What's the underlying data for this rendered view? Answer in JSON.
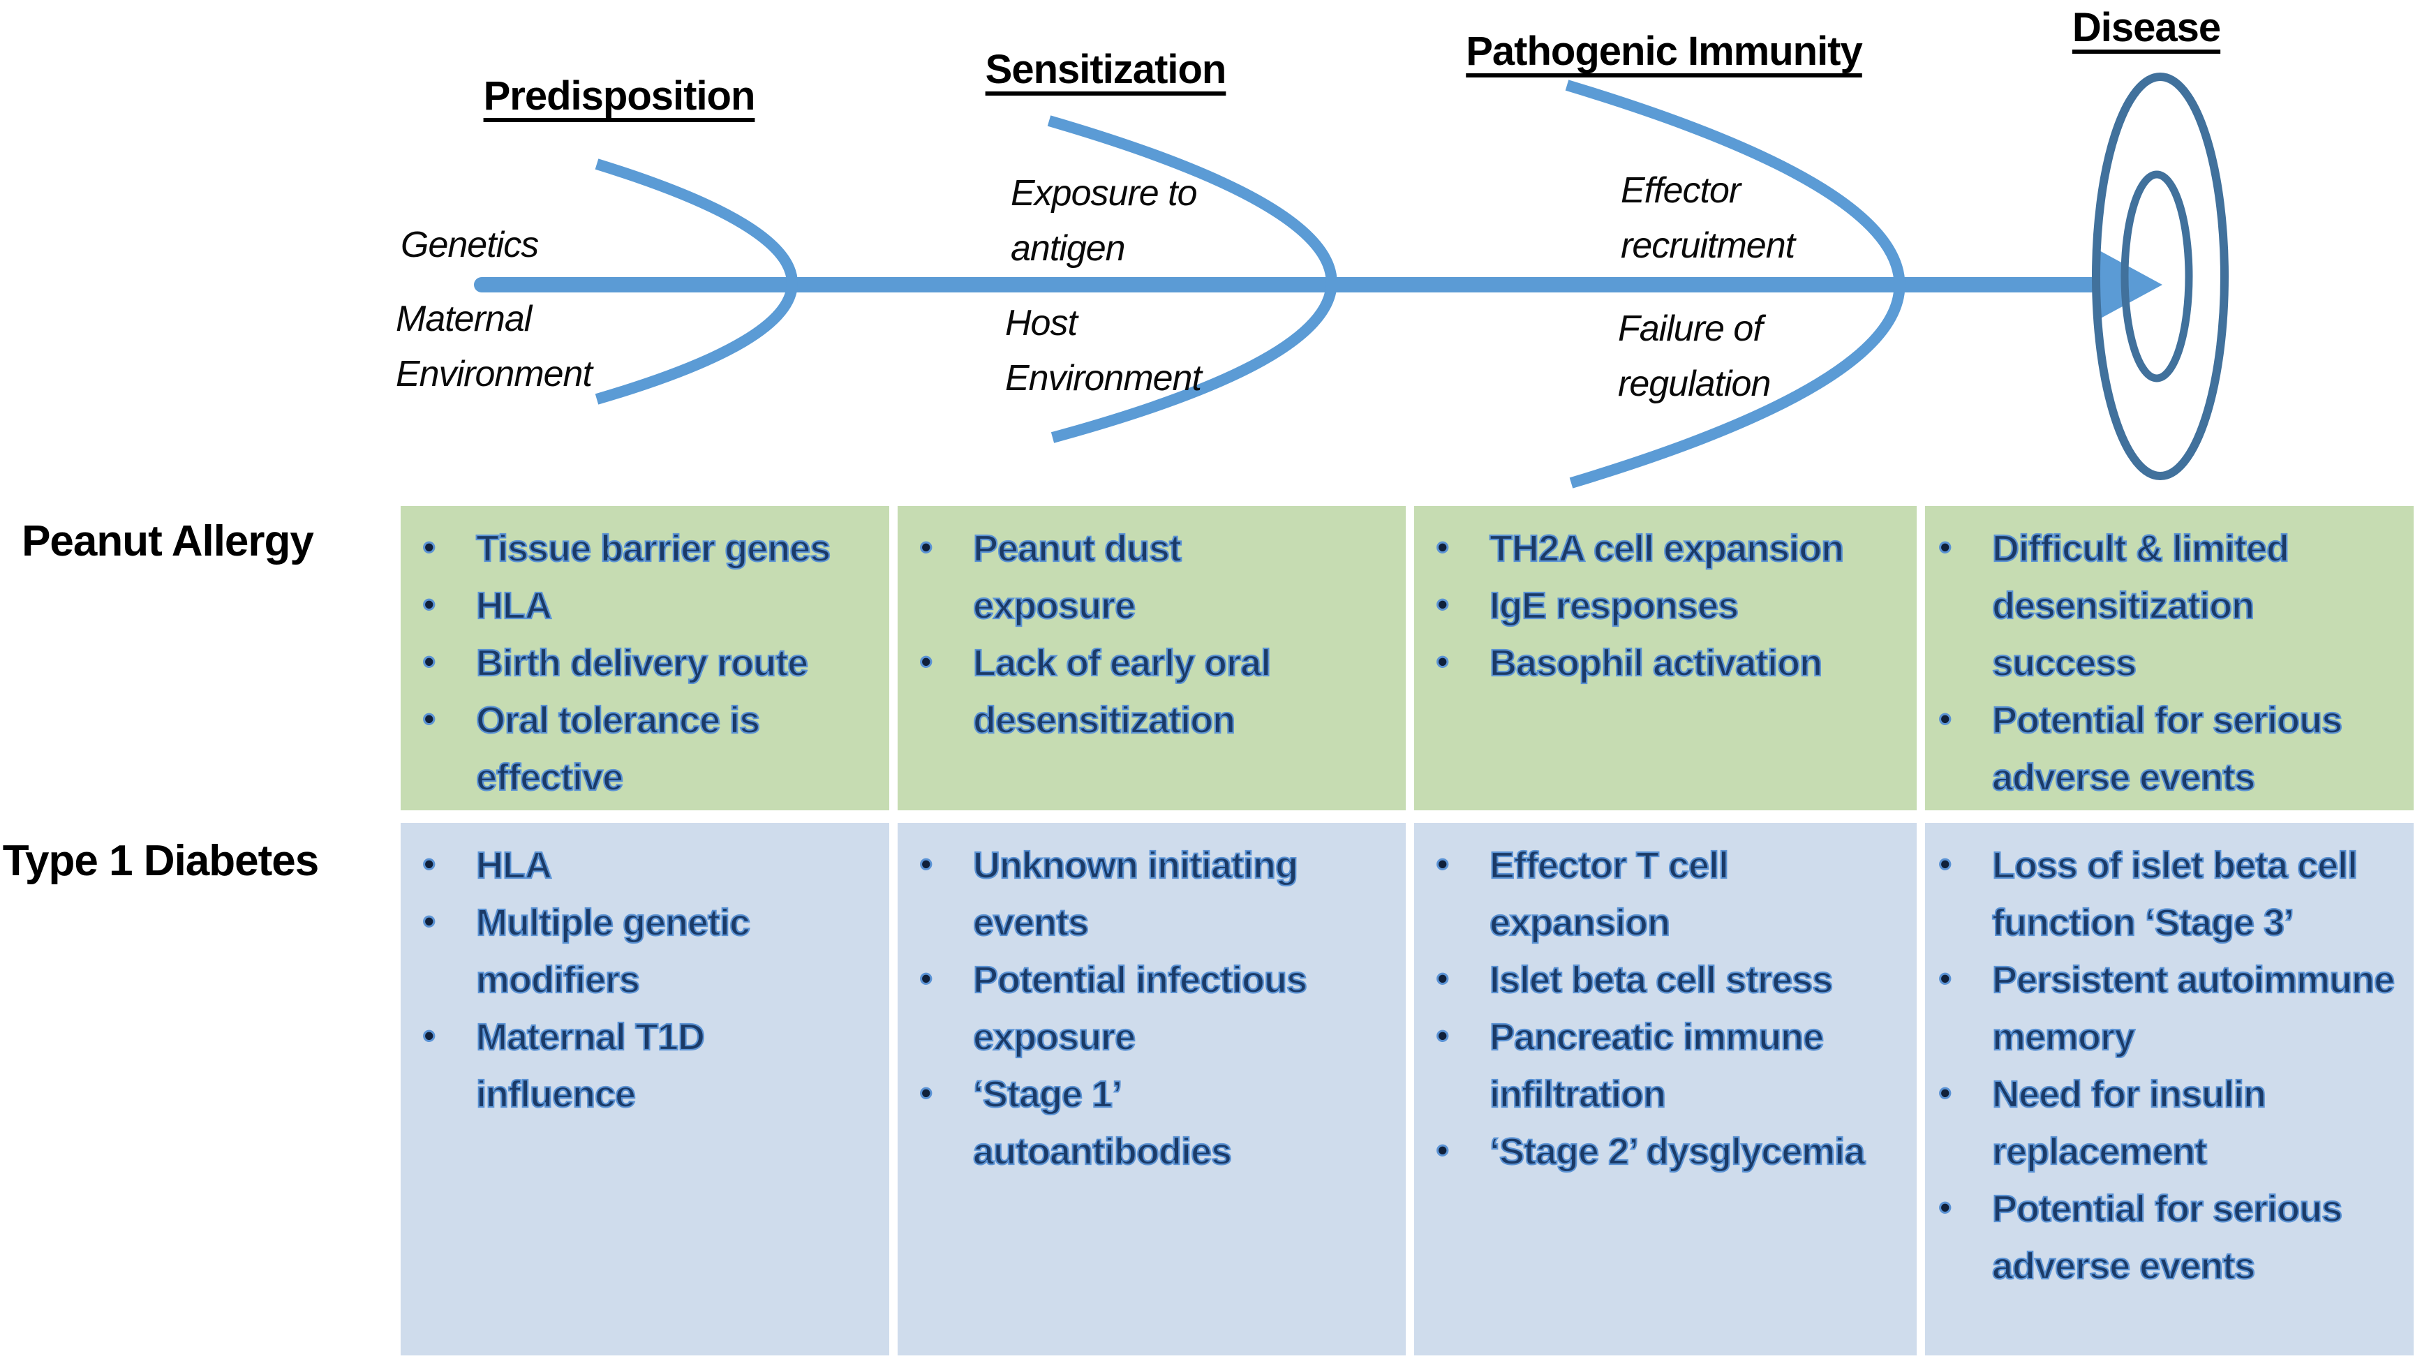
{
  "figure": {
    "type": "disease-progression-flow-diagram",
    "colors": {
      "arrow_blue": "#5b9bd5",
      "arc_blue": "#5b9bd5",
      "ellipse_blue": "#41719c",
      "green_row_bg": "#c6dcb2",
      "blue_row_bg": "#cfdcec",
      "cell_text_core": "#1b3a66",
      "cell_text_outline": "#5b93d5",
      "heading_text": "#000000"
    }
  },
  "stages": [
    {
      "title": "Predisposition",
      "above": [
        "Genetics"
      ],
      "below": [
        "Maternal",
        "Environment"
      ]
    },
    {
      "title": "Sensitization",
      "above": [
        "Exposure to",
        "antigen"
      ],
      "below": [
        "Host",
        "Environment"
      ]
    },
    {
      "title": "Pathogenic Immunity",
      "above": [
        "Effector",
        "recruitment"
      ],
      "below": [
        "Failure of",
        "regulation"
      ]
    },
    {
      "title": "Disease",
      "above": [],
      "below": []
    }
  ],
  "table": {
    "rows": [
      {
        "label": "Peanut Allergy",
        "cells": [
          [
            "Tissue barrier genes",
            "HLA",
            "Birth delivery route",
            "Oral tolerance is effective"
          ],
          [
            "Peanut dust exposure",
            "Lack of early oral desensitization"
          ],
          [
            "TH2A cell expansion",
            "IgE responses",
            "Basophil activation"
          ],
          [
            "Difficult & limited desensitization success",
            "Potential for serious adverse events"
          ]
        ]
      },
      {
        "label": "Type 1 Diabetes",
        "cells": [
          [
            "HLA",
            "Multiple genetic modifiers",
            "Maternal T1D influence"
          ],
          [
            "Unknown initiating events",
            "Potential infectious exposure",
            "‘Stage 1’ autoantibodies"
          ],
          [
            "Effector T cell expansion",
            "Islet beta cell stress",
            "Pancreatic immune infiltration",
            "‘Stage 2’ dysglycemia"
          ],
          [
            "Loss of islet beta cell function ‘Stage 3’",
            "Persistent autoimmune memory",
            "Need for insulin replacement",
            "Potential for serious adverse events"
          ]
        ]
      }
    ]
  }
}
